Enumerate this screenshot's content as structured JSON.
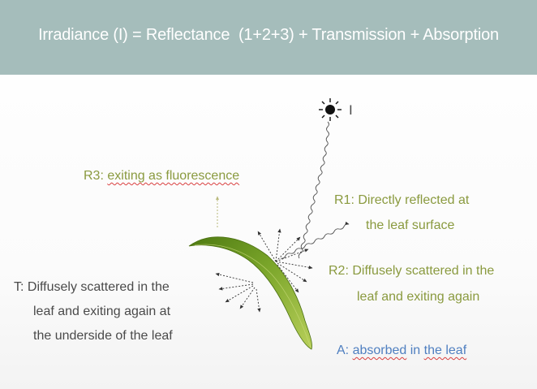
{
  "banner": {
    "title": "Irradiance (I) = Reflectance  (1+2+3) + Transmission + Absorption",
    "color": "#a5bdbb"
  },
  "sun": {
    "icon": "sun-icon",
    "label": "I"
  },
  "labels": {
    "r3_prefix": "R3:",
    "r3_text": "exiting as fluorescence",
    "r1_line1": "R1:  Directly reflected at",
    "r1_line2": "the leaf surface",
    "r2_line1": "R2:  Diffusely scattered in the",
    "r2_line2": "leaf and exiting again",
    "t_line1": "T:  Diffusely scattered in the",
    "t_line2": "leaf and exiting again at",
    "t_line3": "the underside of the leaf",
    "a_prefix": "A:",
    "a_word1": "absorbed",
    "a_mid": "in",
    "a_word2": "the leaf"
  },
  "colors": {
    "green_text": "#8a9a3f",
    "blue_text": "#4f7fc0",
    "dark_text": "#4a4a4a",
    "leaf": "#6f9a22"
  }
}
